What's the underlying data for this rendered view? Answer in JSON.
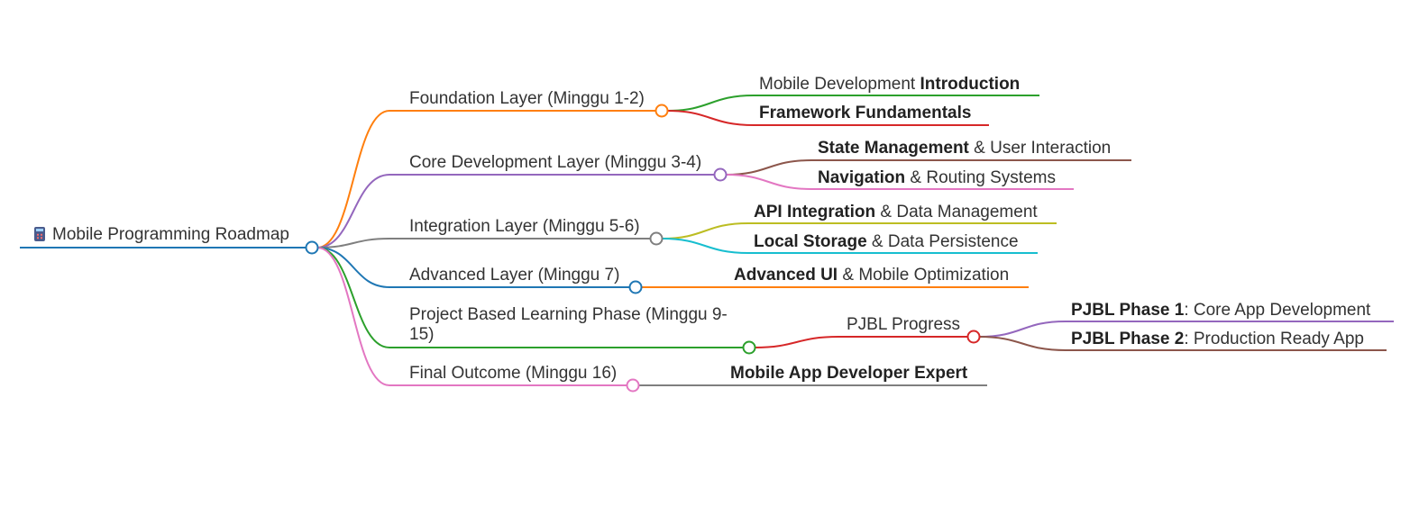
{
  "root": {
    "icon": "calculator-icon",
    "label": "Mobile Programming Roadmap",
    "color": "#1f77b4"
  },
  "branches": [
    {
      "label": "Foundation Layer (Minggu 1-2)",
      "color": "#ff7f0e",
      "children": [
        {
          "plain": "Mobile Development ",
          "bold": "Introduction",
          "rest": "",
          "color": "#2ca02c"
        },
        {
          "plain": "",
          "bold": "Framework Fundamentals",
          "rest": "",
          "color": "#d62728"
        }
      ]
    },
    {
      "label": "Core Development Layer (Minggu 3-4)",
      "color": "#9467bd",
      "children": [
        {
          "plain": "",
          "bold": "State Management",
          "rest": " & User Interaction",
          "color": "#8c564b"
        },
        {
          "plain": "",
          "bold": "Navigation",
          "rest": " & Routing Systems",
          "color": "#e377c2"
        }
      ]
    },
    {
      "label": "Integration Layer (Minggu 5-6)",
      "color": "#7f7f7f",
      "children": [
        {
          "plain": "",
          "bold": "API Integration",
          "rest": " & Data Management",
          "color": "#bcbd22"
        },
        {
          "plain": "",
          "bold": "Local Storage",
          "rest": " & Data Persistence",
          "color": "#17becf"
        }
      ]
    },
    {
      "label": "Advanced Layer (Minggu 7)",
      "color": "#1f77b4",
      "children": [
        {
          "plain": "",
          "bold": "Advanced UI",
          "rest": " & Mobile Optimization",
          "color": "#ff7f0e"
        }
      ]
    },
    {
      "label": "Project Based Learning Phase (Minggu 9-15)",
      "color": "#2ca02c",
      "children": [
        {
          "plain": "PJBL Progress",
          "bold": "",
          "rest": "",
          "color": "#d62728",
          "children": [
            {
              "plain": "",
              "bold": "PJBL Phase 1",
              "rest": ": Core App Development",
              "color": "#9467bd"
            },
            {
              "plain": "",
              "bold": "PJBL Phase 2",
              "rest": ": Production Ready App",
              "color": "#8c564b"
            }
          ]
        }
      ]
    },
    {
      "label": "Final Outcome (Minggu 16)",
      "color": "#e377c2",
      "children": [
        {
          "plain": "",
          "bold": "Mobile App Developer Expert",
          "rest": "",
          "color": "#7f7f7f"
        }
      ]
    }
  ]
}
